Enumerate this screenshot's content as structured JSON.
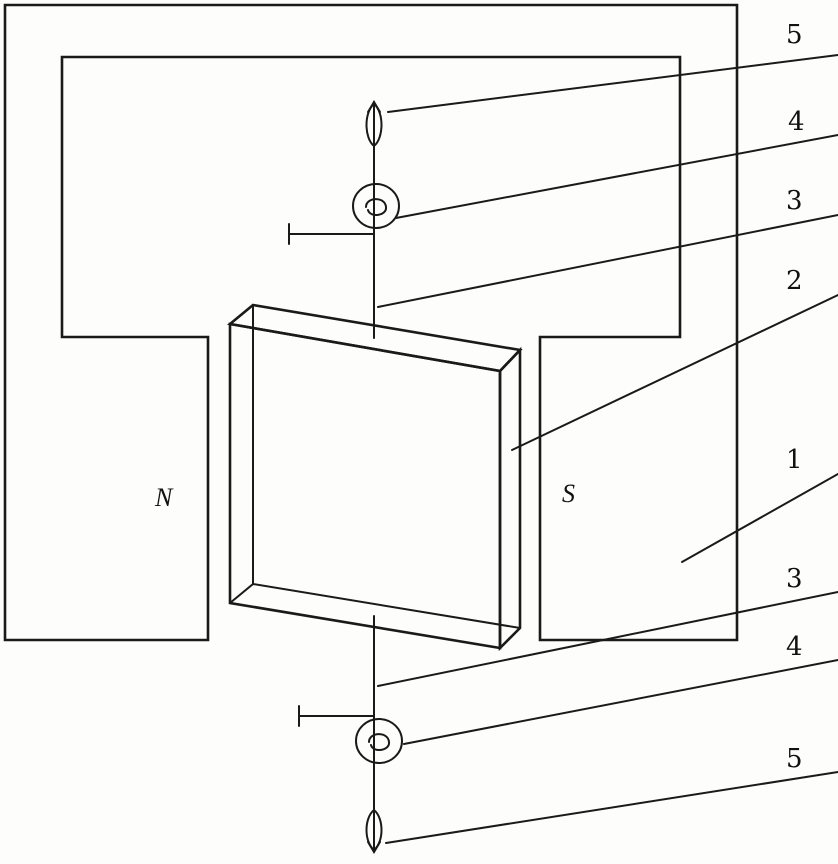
{
  "figure": {
    "pole_left": "N",
    "pole_right": "S",
    "callouts": [
      {
        "id": "top-5",
        "label": "5",
        "refers_to": "top-rotation-arrow"
      },
      {
        "id": "top-4",
        "label": "4",
        "refers_to": "top-spiral-spring"
      },
      {
        "id": "top-3",
        "label": "3",
        "refers_to": "top-shaft"
      },
      {
        "id": "top-2",
        "label": "2",
        "refers_to": "coil-frame"
      },
      {
        "id": "top-1",
        "label": "1",
        "refers_to": "magnet-yoke"
      },
      {
        "id": "bottom-3",
        "label": "3",
        "refers_to": "bottom-shaft"
      },
      {
        "id": "bottom-4",
        "label": "4",
        "refers_to": "bottom-spiral-spring"
      },
      {
        "id": "bottom-5",
        "label": "5",
        "refers_to": "bottom-rotation-arrow"
      }
    ]
  },
  "colors": {
    "ink": "#1a1a1a",
    "paper": "#fdfdfb"
  }
}
